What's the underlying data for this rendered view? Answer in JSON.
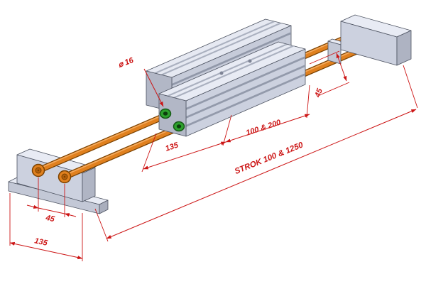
{
  "drawing": {
    "type": "isometric-cad-drawing",
    "colors": {
      "background": "#ffffff",
      "dimension": "#cc1414",
      "rod": "#e0801e",
      "rod_outline": "#7a4100",
      "bushing": "#2da12d",
      "metal_top": "#e8ebf4",
      "metal_front": "#ccd1df",
      "metal_side": "#b0b5c4"
    },
    "annotations": {
      "rod_diameter": "⌀ 16",
      "rail_spacing": "45",
      "carriage_length": "135",
      "carriage_length_options": "100 & 200",
      "stroke_range": "STROK 100 & 1250",
      "rod_end_spacing": "45",
      "support_base_width": "135"
    }
  }
}
